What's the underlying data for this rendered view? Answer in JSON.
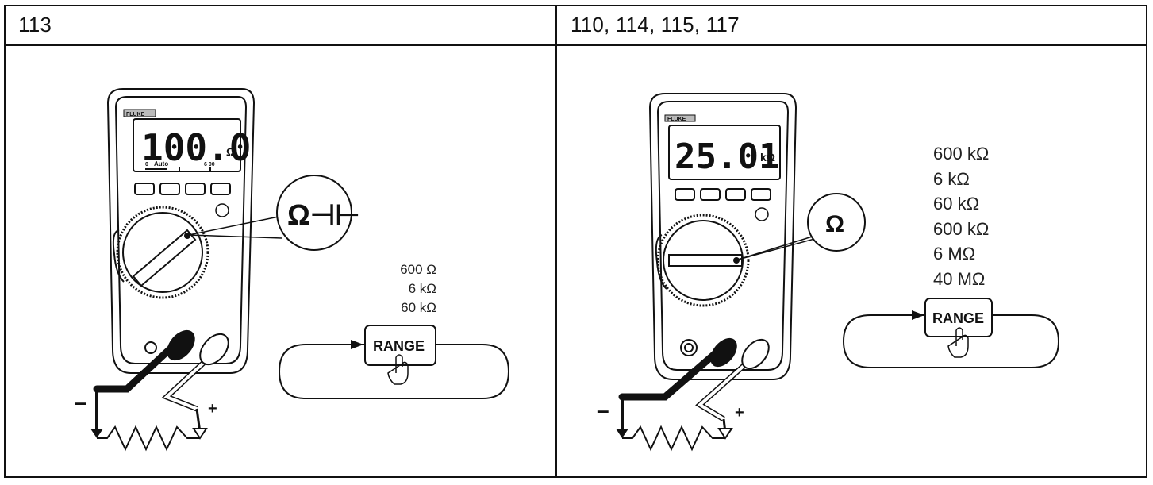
{
  "columns": [
    {
      "header": "113",
      "display": {
        "reading": "100.0",
        "unit": "Ω",
        "bar_left": "0",
        "bar_mid": "Auto",
        "bar_right": "6 00"
      },
      "brand": "FLUKE",
      "callout_symbol": "Ω⊣⊢",
      "ranges": [
        "600 Ω",
        "6 kΩ",
        "60 kΩ"
      ],
      "button_label": "RANGE",
      "lead_minus": "–",
      "lead_plus": "+"
    },
    {
      "header": "110, 114, 115, 117",
      "display": {
        "reading": "25.01",
        "unit": "kΩ"
      },
      "brand": "FLUKE",
      "callout_symbol": "Ω",
      "ranges": [
        "600 kΩ",
        "6 kΩ",
        "60 kΩ",
        "600 kΩ",
        "6 MΩ",
        "40 MΩ"
      ],
      "button_label": "RANGE",
      "lead_minus": "–",
      "lead_plus": "+"
    }
  ]
}
